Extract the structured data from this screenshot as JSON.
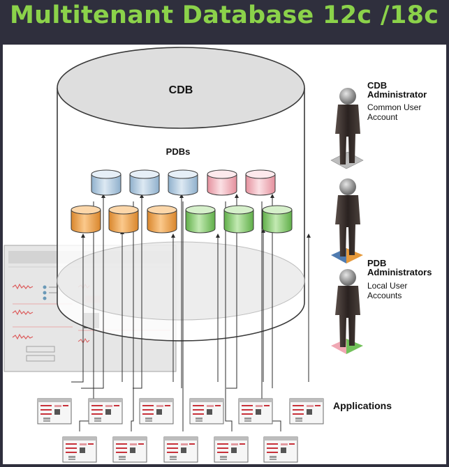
{
  "slide": {
    "title": "Multitenant Database 12c /18c"
  },
  "diagram": {
    "container_label": "CDB",
    "pdbs_label": "PDBs",
    "cdb_admin": {
      "title_line1": "CDB",
      "title_line2": "Administrator",
      "sub_line1": "Common User",
      "sub_line2": "Account"
    },
    "pdb_admins": {
      "title_line1": "PDB",
      "title_line2": "Administrators",
      "sub_line1": "Local User",
      "sub_line2": "Accounts"
    },
    "applications_label": "Applications",
    "colors": {
      "title": "#8bd24a",
      "background": "#2f2f3d",
      "blue_pdb": "#b7cde0",
      "pink_pdb": "#f2b9c1",
      "orange_pdb": "#f0a650",
      "green_pdb": "#8dcf75",
      "app_accent": "#c8313a"
    }
  }
}
